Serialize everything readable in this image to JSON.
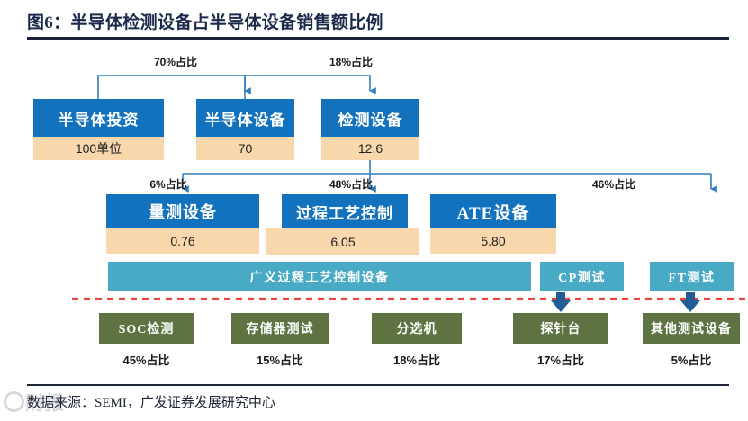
{
  "title": "图6：半导体检测设备占半导体设备销售额比例",
  "footer": {
    "source": "数据来源：SEMI，广发证券发展研究中心",
    "watermark": "财报"
  },
  "colors": {
    "blue": "#1272be",
    "tan": "#f7d7ab",
    "teal": "#49aac6",
    "green": "#5e7341",
    "red_dashed": "#e8453c",
    "connector": "#2f7fc1",
    "title_text": "#1b2a4a",
    "rule": "#1b2336"
  },
  "chart_data": {
    "type": "diagram",
    "title": "图6：半导体检测设备占半导体设备销售额比例",
    "levels": [
      {
        "name": "level-1",
        "nodes": [
          {
            "label": "半导体投资",
            "value": "100单位"
          },
          {
            "label": "半导体设备",
            "value": "70"
          },
          {
            "label": "检测设备",
            "value": "12.6"
          }
        ]
      },
      {
        "name": "level-2",
        "nodes": [
          {
            "label": "量测设备",
            "value": "0.76"
          },
          {
            "label": "过程工艺控制",
            "value": "6.05"
          },
          {
            "label": "ATE设备",
            "value": "5.80"
          }
        ]
      },
      {
        "name": "level-3",
        "nodes": [
          {
            "label": "广义过程工艺控制设备"
          },
          {
            "label": "CP测试"
          },
          {
            "label": "FT测试"
          }
        ]
      },
      {
        "name": "level-4",
        "nodes": [
          {
            "label": "SOC检测",
            "share": "45%占比"
          },
          {
            "label": "存储器测试",
            "share": "15%占比"
          },
          {
            "label": "分选机",
            "share": "18%占比"
          },
          {
            "label": "探针台",
            "share": "17%占比"
          },
          {
            "label": "其他测试设备",
            "share": "5%占比"
          }
        ]
      }
    ],
    "edge_labels_top": [
      "70%占比",
      "18%占比"
    ],
    "edge_labels_mid": [
      "6%占比",
      "48%占比",
      "46%占比"
    ]
  },
  "row1": {
    "n1": {
      "label": "半导体投资",
      "value": "100单位"
    },
    "n2": {
      "label": "半导体设备",
      "value": "70"
    },
    "n3": {
      "label": "检测设备",
      "value": "12.6"
    },
    "edge1": "70%占比",
    "edge2": "18%占比"
  },
  "row2": {
    "n1": {
      "label": "量测设备",
      "value": "0.76"
    },
    "n2": {
      "label": "过程工艺控制",
      "value": "6.05"
    },
    "n3": {
      "label": "ATE设备",
      "value": "5.80"
    },
    "edge1": "6%占比",
    "edge2": "48%占比",
    "edge3": "46%占比"
  },
  "row3": {
    "n1": "广义过程工艺控制设备",
    "n2": "CP测试",
    "n3": "FT测试"
  },
  "row4": {
    "n1": {
      "label": "SOC检测",
      "share": "45%占比"
    },
    "n2": {
      "label": "存储器测试",
      "share": "15%占比"
    },
    "n3": {
      "label": "分选机",
      "share": "18%占比"
    },
    "n4": {
      "label": "探针台",
      "share": "17%占比"
    },
    "n5": {
      "label": "其他测试设备",
      "share": "5%占比"
    }
  }
}
